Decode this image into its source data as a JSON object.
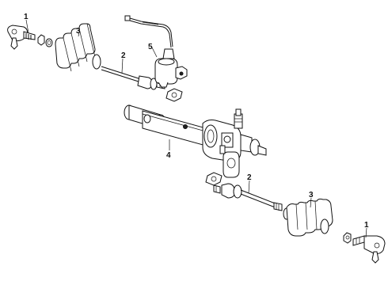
{
  "callouts": {
    "c1_top": "1",
    "c3_top": "3",
    "c2_top": "2",
    "c5": "5",
    "c4": "4",
    "c2_bottom": "2",
    "c3_bottom": "3",
    "c1_bottom": "1"
  },
  "parts": [
    {
      "id": "tie-rod-end",
      "callout": "1"
    },
    {
      "id": "inner-tie-rod",
      "callout": "2"
    },
    {
      "id": "rack-boot",
      "callout": "3"
    },
    {
      "id": "rack-and-pinion-housing",
      "callout": "4"
    },
    {
      "id": "sensor-with-harness",
      "callout": "5"
    }
  ]
}
